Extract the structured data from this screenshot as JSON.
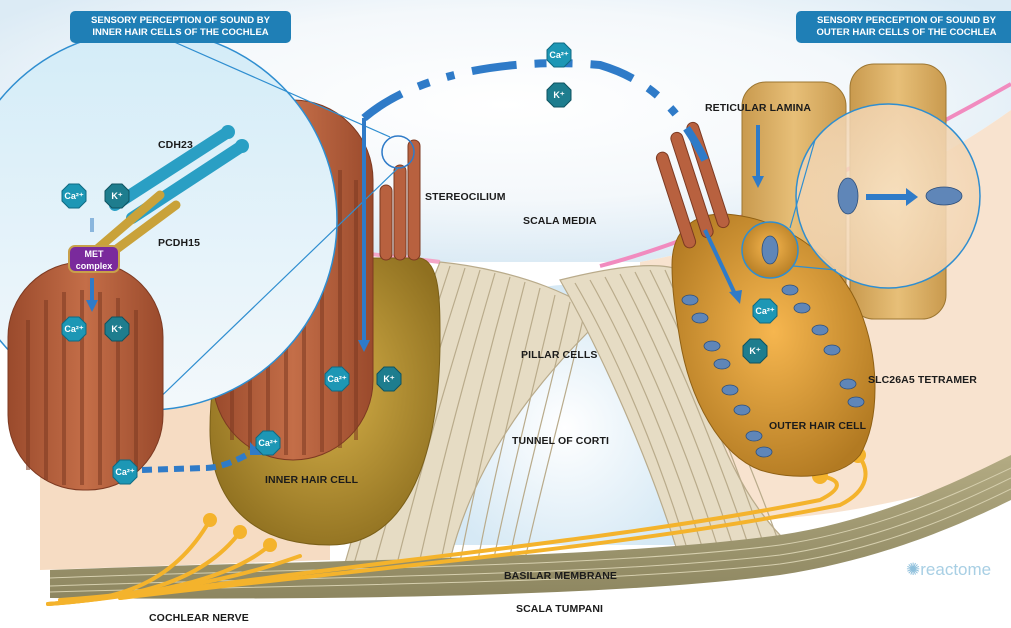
{
  "titles": {
    "inner": [
      "SENSORY PERCEPTION OF SOUND BY",
      "INNER HAIR CELLS OF THE COCHLEA"
    ],
    "outer": [
      "SENSORY PERCEPTION OF SOUND BY",
      "OUTER HAIR CELLS OF THE COCHLEA"
    ]
  },
  "labels": {
    "cdh23": "CDH23",
    "pcdh15": "PCDH15",
    "stereocilium": "STEREOCILIUM",
    "scala_media": "SCALA MEDIA",
    "reticular_lamina": "RETICULAR LAMINA",
    "pillar_cells": "PILLAR CELLS",
    "slc26a5": "SLC26A5 TETRAMER",
    "tunnel_of_corti": "TUNNEL OF CORTI",
    "outer_hair_cell": "OUTER HAIR CELL",
    "inner_hair_cell": "INNER HAIR CELL",
    "basilar_membrane": "BASILAR MEMBRANE",
    "scala_tympani": "SCALA TUMPANI",
    "cochlear_nerve": "COCHLEAR NERVE"
  },
  "met_complex": [
    "MET",
    "complex"
  ],
  "ions": {
    "ca": "Ca²⁺",
    "k": "K⁺"
  },
  "logo": "reactome",
  "colors": {
    "title_bg": "#1f7fb6",
    "ion_ca": "#1d97b5",
    "ion_k": "#1e7d8e",
    "hair_cell_brown": "#b8613f",
    "support_gold": "#c9a23a",
    "arrow_blue": "#2f7bc8"
  }
}
